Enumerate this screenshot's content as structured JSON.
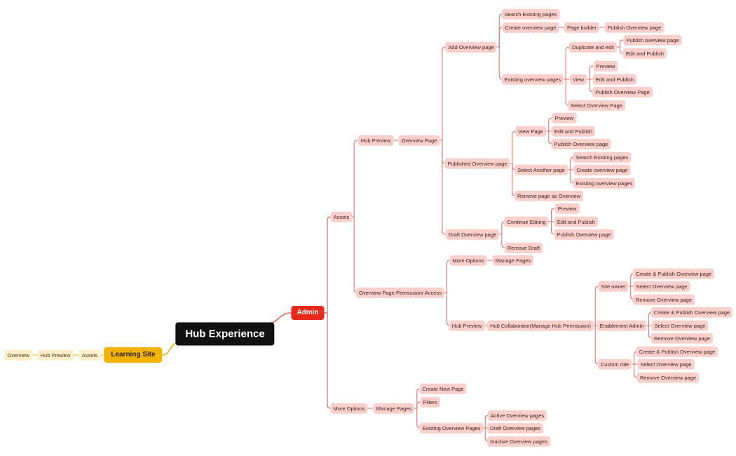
{
  "nodes": {
    "hub_experience": "Hub Experience",
    "admin": "Admin",
    "assets": "Assets",
    "more_options_root": "More Options",
    "hub_preview": "Hub Preview",
    "overview_page_permission": "Overview Page Permission/ Access",
    "overview_page": "Overview Page",
    "add_overview_page": "Add Overview page",
    "published_overview_page": "Published Overview page",
    "draft_overview_page": "Draft Overview page",
    "aop_search_existing": "Search Existing pages",
    "aop_create_overview": "Create overview page",
    "aop_page_builder": "Page builder",
    "aop_publish_overview": "Publish Overview page",
    "aop_existing_overview": "Existing overview pages",
    "aop_duplicate_edit": "Duplicate and edit",
    "aop_dup_publish": "Publish overview page",
    "aop_dup_edit_publish": "Edit and Publish",
    "aop_view": "View",
    "aop_view_preview": "Preview",
    "aop_view_edit_publish": "Edit and Publish",
    "aop_view_publish": "Publish Overview Page",
    "aop_select_overview": "Select Overview Page",
    "pub_view_page": "View Page",
    "pub_vp_preview": "Preview",
    "pub_vp_edit_publish": "Edit and Publish",
    "pub_vp_publish": "Publish Overview page",
    "pub_select_another": "Select Another page",
    "pub_sa_search": "Search Existing pages",
    "pub_sa_create": "Create overview page",
    "pub_sa_existing": "Existing overview pages",
    "pub_remove": "Remove page as Overview",
    "draft_continue": "Continue Editing",
    "draft_ce_preview": "Preview",
    "draft_ce_edit_publish": "Edit and Publish",
    "draft_ce_publish": "Publish Overview page",
    "draft_remove": "Remove Draft",
    "perm_more_options": "More Options",
    "perm_manage_pages": "Manage Pages",
    "perm_hub_preview": "Hub Preview",
    "perm_hub_collaborator": "Hub Collaborator(Manage Hub Permission)",
    "site_owner": "Site owner",
    "so_create": "Create & Publish Overview page",
    "so_select": "Select Overview page",
    "so_remove": "Remove Overview page",
    "enablement_admin": "Enablement Admin",
    "ea_create": "Create & Publish Overview page",
    "ea_select": "Select Overview page",
    "ea_remove": "Remove Overview page",
    "custom_role": "Custom role",
    "cr_create": "Create & Publish Overview page",
    "cr_select": "Select Overview page",
    "cr_remove": "Remove Overview page",
    "mo_manage_pages": "Manage Pages",
    "mo_create_new": "Create New Page",
    "mo_filters": "Filters",
    "mo_existing": "Existing Overview Pages",
    "mo_active": "Active Overview pages",
    "mo_draft": "Draft Overview pages",
    "mo_inactive": "Inactive Overview pages",
    "learning_site": "Learning Site",
    "ls_assets": "Assets",
    "ls_hub_preview": "Hub Preview",
    "ls_overview": "Overview"
  },
  "colors": {
    "branch_line": "#e46a60",
    "learning_line": "#f3b300",
    "node_fill": "#fbd0cc",
    "learning_node_fill": "#fcefc9"
  }
}
